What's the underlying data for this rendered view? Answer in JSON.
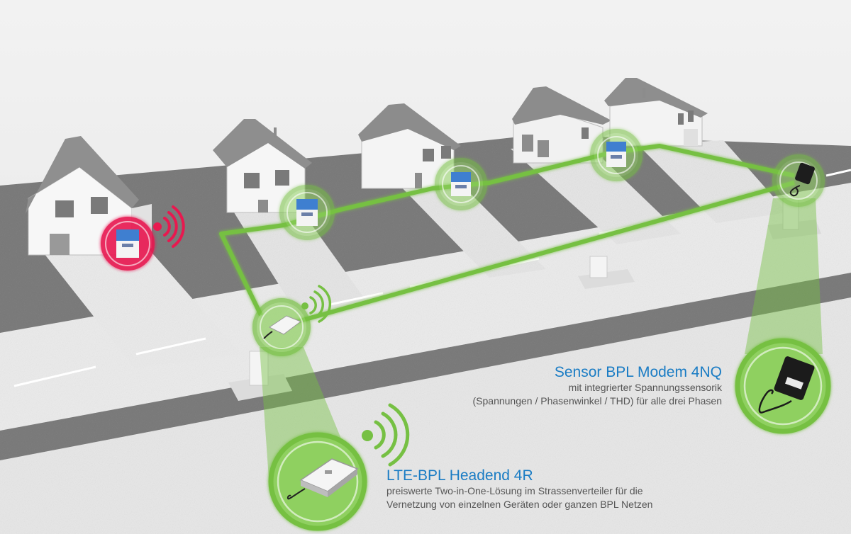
{
  "colors": {
    "network_green": "#76c043",
    "node_fill": "#8fd060",
    "alert_red": "#e8194f",
    "title_blue": "#1a7cc4",
    "text_gray": "#555555",
    "road": "#f0f0f0",
    "lawn": "#7a7a7a",
    "sky": "#ececec"
  },
  "nodes": [
    {
      "id": "meter-1",
      "device": "smart-meter",
      "status": "offline",
      "wireless": true
    },
    {
      "id": "meter-2",
      "device": "smart-meter",
      "status": "online"
    },
    {
      "id": "meter-3",
      "device": "smart-meter",
      "status": "online"
    },
    {
      "id": "meter-4",
      "device": "smart-meter",
      "status": "online"
    },
    {
      "id": "sensor-modem",
      "device": "sensor-bpl-modem",
      "status": "online"
    },
    {
      "id": "headend",
      "device": "lte-bpl-headend",
      "status": "online",
      "wireless": true
    }
  ],
  "callouts": {
    "sensor": {
      "title": "Sensor BPL Modem 4NQ",
      "line1": "mit integrierter Spannungssensorik",
      "line2": "(Spannungen / Phasenwinkel / THD) für alle drei Phasen"
    },
    "headend": {
      "title": "LTE-BPL Headend 4R",
      "line1": "preiswerte Two-in-One-Lösung im Strassenverteiler für die",
      "line2": "Vernetzung von einzelnen Geräten oder ganzen BPL Netzen"
    }
  }
}
